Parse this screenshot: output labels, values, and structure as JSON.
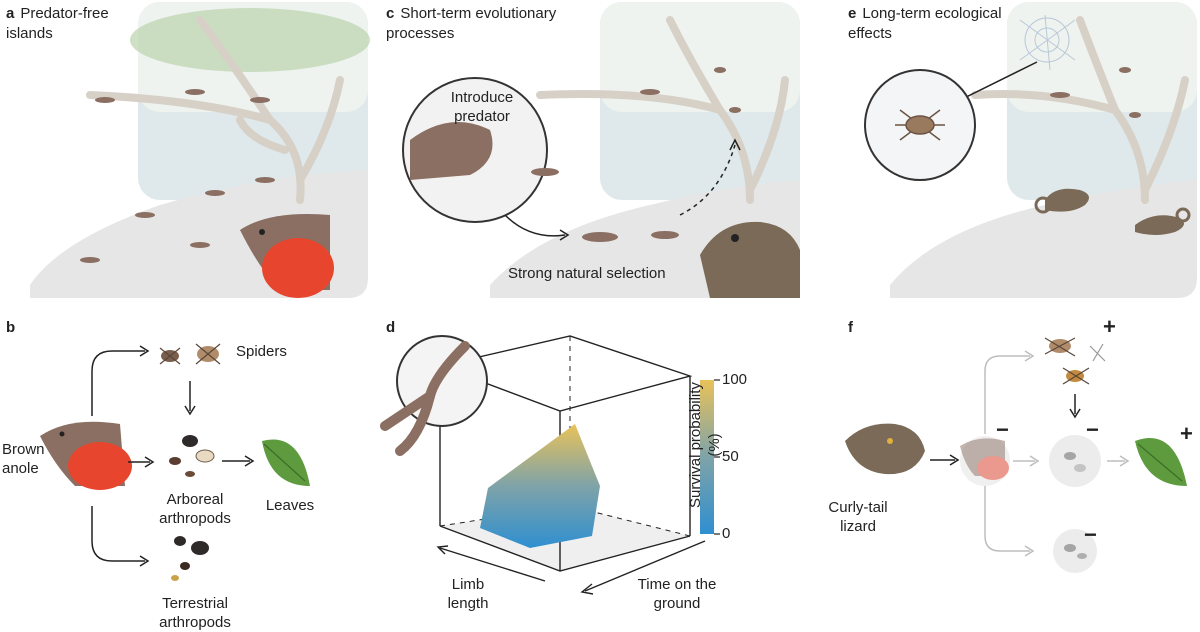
{
  "panels": {
    "a": {
      "letter": "a",
      "title": "Predator-free islands"
    },
    "b": {
      "letter": "b",
      "anole": "Brown anole",
      "spiders": "Spiders",
      "arboreal": "Arboreal arthropods",
      "leaves": "Leaves",
      "terrestrial": "Terrestrial arthropods"
    },
    "c": {
      "letter": "c",
      "title": "Short-term evolutionary processes",
      "introduce": "Introduce predator",
      "selection": "Strong natural selection"
    },
    "d": {
      "letter": "d",
      "xlabel": "Limb length",
      "ylabel": "Time on the ground",
      "colorbar_label": "Survival probability (%)",
      "colorbar_ticks": [
        "100",
        "50",
        "0"
      ]
    },
    "e": {
      "letter": "e",
      "title": "Long-term ecological effects"
    },
    "f": {
      "letter": "f",
      "lizard": "Curly-tail lizard",
      "signs": [
        "+",
        "−",
        "−",
        "+",
        "−"
      ]
    }
  },
  "colors": {
    "anole_body": "#8a6f62",
    "dewlap": "#e8452e",
    "island": "#e6e6e6",
    "sky": "#dfe9ec",
    "tree": "#d7d0c7",
    "foliage": "#bcd3ae",
    "leaf": "#5d9b3e",
    "colorbar_top": "#e8c25a",
    "colorbar_bottom": "#2f8fd0",
    "faded_arrow": "#bdbdbd"
  },
  "icons": [
    "brown-anole-icon",
    "spider-icon",
    "beetle-icon",
    "leaf-icon",
    "curly-tail-lizard-icon",
    "spider-web-icon",
    "magnifier-circle-icon"
  ]
}
